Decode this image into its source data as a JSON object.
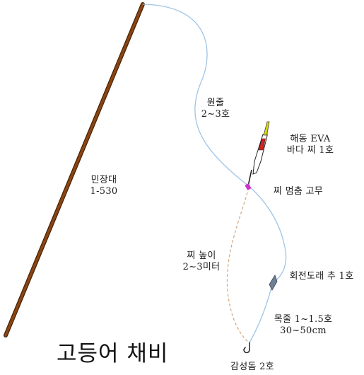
{
  "title": "고등어 채비",
  "labels": {
    "rod_name": "민장대",
    "rod_spec": "1-530",
    "main_line_name": "원줄",
    "main_line_spec": "2~3호",
    "float_name": "해동 EVA",
    "float_spec": "바다 찌 1호",
    "float_stop": "찌 멈춤 고무",
    "float_depth_name": "찌 높이",
    "float_depth_spec": "2~3미터",
    "swivel_sinker": "회전도래 추 1호",
    "leader_name": "목줄 1~1.5호",
    "leader_length": "30~50cm",
    "hook": "감성돔 2호"
  },
  "colors": {
    "rod": "#8b4513",
    "rod_outline": "#4a2508",
    "line": "#9fc3e6",
    "depth_guide": "#d2a679",
    "float_body": "#ffffff",
    "float_tip": "#d9d900",
    "float_red": "#d42020",
    "float_stem": "#222222",
    "float_stop": "#cc33cc",
    "sinker": "#6f7f96"
  }
}
